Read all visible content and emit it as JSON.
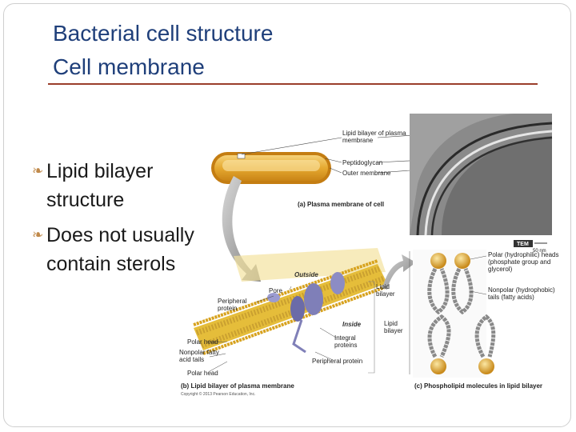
{
  "slide": {
    "title_line1": "Bacterial cell structure",
    "title_line2": "Cell membrane",
    "bullets": [
      "Lipid bilayer structure",
      "Does not usually contain sterols"
    ]
  },
  "figure": {
    "labels": {
      "lipid_bilayer_plasma": "Lipid bilayer of plasma membrane",
      "peptidoglycan": "Peptidoglycan",
      "outer_membrane": "Outer membrane",
      "caption_a": "(a) Plasma membrane of cell",
      "tem": "TEM",
      "scale": "50 nm",
      "outside": "Outside",
      "inside": "Inside",
      "pore": "Pore",
      "peripheral_protein": "Peripheral protein",
      "polar_head": "Polar head",
      "nonpolar_tails": "Nonpolar fatty acid tails",
      "polar_head_2": "Polar head",
      "integral_proteins": "Integral proteins",
      "peripheral_protein_2": "Peripheral protein",
      "lipid_bilayer_1": "Lipid bilayer",
      "lipid_bilayer_2": "Lipid bilayer",
      "polar_heads": "Polar (hydrophilic) heads (phosphate group and glycerol)",
      "nonpolar_tails_c": "Nonpolar (hydrophobic) tails (fatty acids)",
      "caption_b": "(b) Lipid bilayer of plasma membrane",
      "caption_c": "(c) Phospholipid molecules in lipid bilayer",
      "copyright": "Copyright © 2013 Pearson Education, Inc."
    }
  }
}
